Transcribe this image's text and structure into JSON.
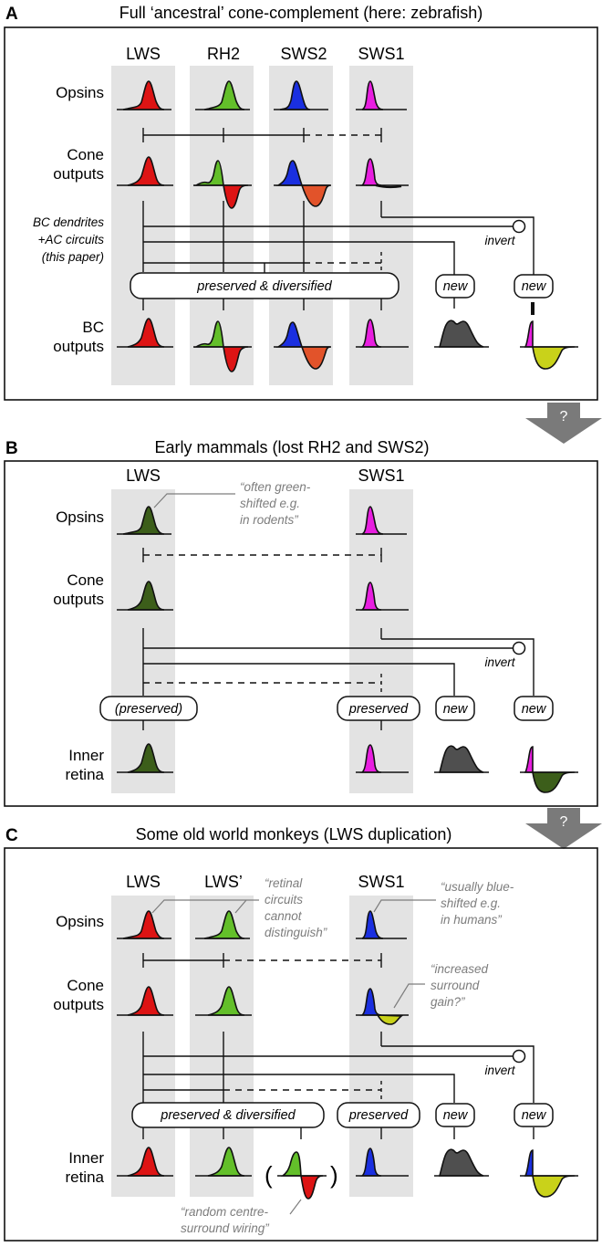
{
  "panels": [
    {
      "letter": "A",
      "title": "Full ‘ancestral’ cone-complement (here: zebrafish)",
      "columns": [
        "LWS",
        "RH2",
        "SWS2",
        "SWS1"
      ],
      "rows": {
        "opsins": "Opsins",
        "cone1": "Cone",
        "cone2": "outputs",
        "out1": "BC",
        "out2": "outputs"
      },
      "circuit_notes": [
        "BC dendrites",
        "+AC circuits",
        "(this paper)"
      ],
      "invert": "invert",
      "pills": {
        "main": "preserved & diversified",
        "new1": "new",
        "new2": "new"
      }
    },
    {
      "letter": "B",
      "title": "Early mammals (lost RH2 and SWS2)",
      "columns": [
        "LWS",
        "SWS1"
      ],
      "rows": {
        "opsins": "Opsins",
        "cone1": "Cone",
        "cone2": "outputs",
        "out1": "Inner",
        "out2": "retina"
      },
      "annotations": [
        "“often green-",
        "shifted e.g.",
        "in rodents”"
      ],
      "invert": "invert",
      "pills": {
        "left": "(preserved)",
        "right": "preserved",
        "new1": "new",
        "new2": "new"
      }
    },
    {
      "letter": "C",
      "title": "Some old world monkeys (LWS duplication)",
      "columns": [
        "LWS",
        "LWS’",
        "SWS1"
      ],
      "rows": {
        "opsins": "Opsins",
        "cone1": "Cone",
        "cone2": "outputs",
        "out1": "Inner",
        "out2": "retina"
      },
      "annotations": {
        "circuits": [
          "“retinal",
          "circuits",
          "cannot",
          "distinguish”"
        ],
        "blue": [
          "“usually blue-",
          "shifted e.g.",
          "in humans”"
        ],
        "surround": [
          "“increased",
          "surround",
          "gain?”"
        ],
        "random": [
          "“random centre-",
          "surround wiring”"
        ]
      },
      "invert": "invert",
      "paren_open": "(",
      "paren_close": ")",
      "pills": {
        "main": "preserved & diversified",
        "right": "preserved",
        "new1": "new",
        "new2": "new"
      }
    }
  ],
  "arrows": [
    "?",
    "?"
  ],
  "colors": {
    "red": "#dd1414",
    "green": "#63bf2a",
    "blue": "#1a2fe0",
    "magenta": "#e81ee0",
    "orange": "#e2532a",
    "dark_green": "#3c5e1a",
    "dark_gray": "#4f4f4f",
    "yellow": "#c9d21a",
    "band": "#e3e3e3",
    "arrow": "#7a7a7a"
  }
}
